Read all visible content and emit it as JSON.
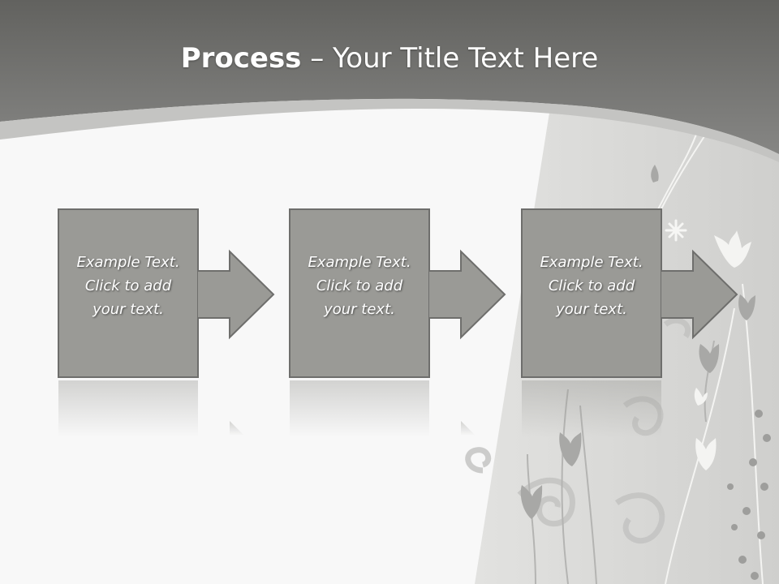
{
  "slide": {
    "title_bold": "Process",
    "title_rest": " – Your Title Text Here",
    "steps": [
      {
        "lines": [
          "Example Text.",
          "Click  to add",
          "your text."
        ]
      },
      {
        "lines": [
          "Example Text.",
          "Click  to add",
          "your text."
        ]
      },
      {
        "lines": [
          "Example Text.",
          "Click  to add",
          "your text."
        ]
      }
    ]
  },
  "colors": {
    "header": "#7a7a78",
    "shape_fill": "#9a9a96",
    "shape_stroke": "#6e6e6c",
    "background": "#f8f8f8",
    "panel": "#d8d8d6"
  }
}
